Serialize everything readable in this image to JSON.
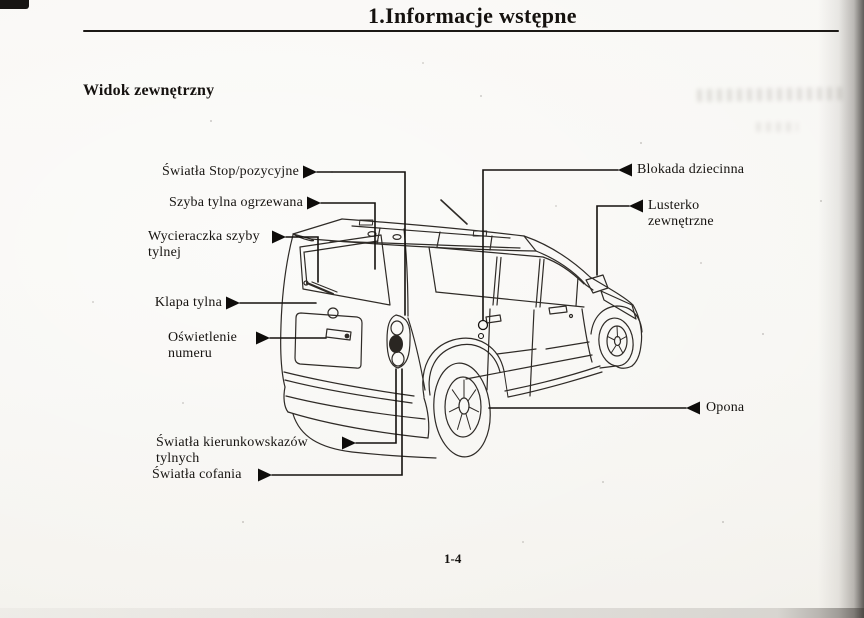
{
  "page": {
    "header_title": "1.Informacje wstępne",
    "section_title": "Widok zewnętrzny",
    "page_number": "1-4"
  },
  "diagram": {
    "description": "Rear three-quarter line drawing of a minivan with callout labels (exterior view)",
    "arrow_glyphs": {
      "left_labels": "▶",
      "right_labels": "◀"
    },
    "labels_left": [
      {
        "id": "stop-lights",
        "lines": [
          "Światła Stop/pozycyjne"
        ]
      },
      {
        "id": "heated-rear-window",
        "lines": [
          "Szyba tylna ogrzewana"
        ]
      },
      {
        "id": "rear-wiper",
        "lines": [
          "Wycieraczka szyby",
          "tylnej"
        ]
      },
      {
        "id": "tailgate",
        "lines": [
          "Klapa tylna"
        ]
      },
      {
        "id": "plate-light",
        "lines": [
          "Oświetlenie",
          "numeru"
        ]
      },
      {
        "id": "rear-turn-signals",
        "lines": [
          "Światła kierunkowskazów",
          "tylnych"
        ]
      },
      {
        "id": "reversing-lights",
        "lines": [
          "Światła cofania"
        ]
      }
    ],
    "labels_right": [
      {
        "id": "child-lock",
        "lines": [
          "Blokada dziecinna"
        ]
      },
      {
        "id": "exterior-mirror",
        "lines": [
          "Lusterko",
          "zewnętrzne"
        ]
      },
      {
        "id": "tire",
        "lines": [
          "Opona"
        ]
      }
    ]
  },
  "colors": {
    "ink": "#1b1815",
    "paper": "#f7f6f2",
    "car_line": "#2f2b27"
  }
}
